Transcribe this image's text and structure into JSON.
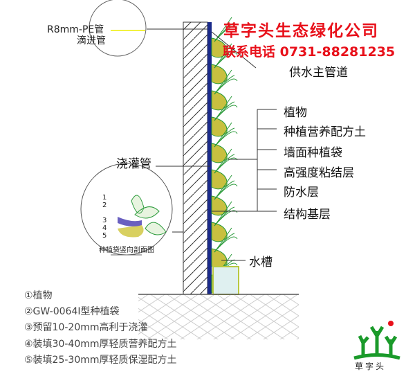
{
  "company": {
    "name": "草字头生态绿化公司",
    "phone": "联系电话  0731-88281235",
    "logo_text": "草字头"
  },
  "callouts": {
    "pe_pipe": "R8mm-PE管",
    "drip_pipe": "滴进管",
    "supply_pipe": "供水主管道",
    "irrigation_pipe": "浇灌管",
    "water_tank": "水槽"
  },
  "layers": [
    "植物",
    "种植营养配方土",
    "墙面种植袋",
    "高强度粘结层",
    "防水层",
    "结构基层"
  ],
  "detail": {
    "title": "种植袋竖向剖面图",
    "numbers": [
      "1",
      "2",
      "3",
      "4",
      "5"
    ]
  },
  "legend": [
    "①植物",
    "②GW-0064I型种植袋",
    "③预留10-20mm高利于浇灌",
    "④装填30-40mm厚轻质营养配方土",
    "⑤装填25-30mm厚轻质保湿配方土"
  ],
  "colors": {
    "brand_red": "#e8101a",
    "plant_green": "#1a9a2a",
    "soil": "#b8a830"
  }
}
